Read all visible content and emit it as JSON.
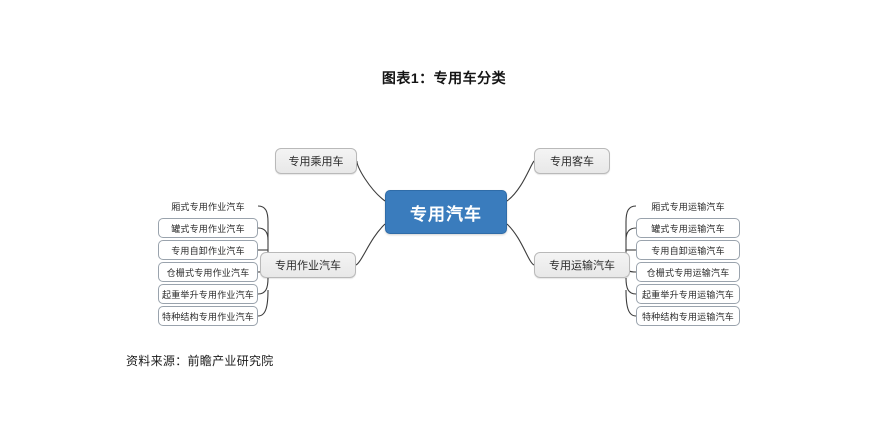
{
  "title": "图表1：专用车分类",
  "source": "资料来源：前瞻产业研究院",
  "colors": {
    "root_fill": "#3a7cbd",
    "root_text": "#ffffff",
    "branch_fill": "#ededed",
    "branch_border": "#b9b9b9",
    "leaf_border": "#9aa3ad",
    "connector": "#3c3c3c",
    "background": "#ffffff"
  },
  "diagram": {
    "type": "mind-map",
    "root": "专用汽车",
    "branches": [
      {
        "id": "passenger",
        "label": "专用乘用车",
        "side": "left",
        "position": "top",
        "leaves": []
      },
      {
        "id": "work",
        "label": "专用作业汽车",
        "side": "left",
        "position": "bottom",
        "leaves": [
          "厢式专用作业汽车",
          "罐式专用作业汽车",
          "专用自卸作业汽车",
          "仓栅式专用作业汽车",
          "起重举升专用作业汽车",
          "特种结构专用作业汽车"
        ]
      },
      {
        "id": "bus",
        "label": "专用客车",
        "side": "right",
        "position": "top",
        "leaves": []
      },
      {
        "id": "transport",
        "label": "专用运输汽车",
        "side": "right",
        "position": "bottom",
        "leaves": [
          "厢式专用运输汽车",
          "罐式专用运输汽车",
          "专用自卸运输汽车",
          "仓栅式专用运输汽车",
          "起重举升专用运输汽车",
          "特种结构专用运输汽车"
        ]
      }
    ]
  }
}
